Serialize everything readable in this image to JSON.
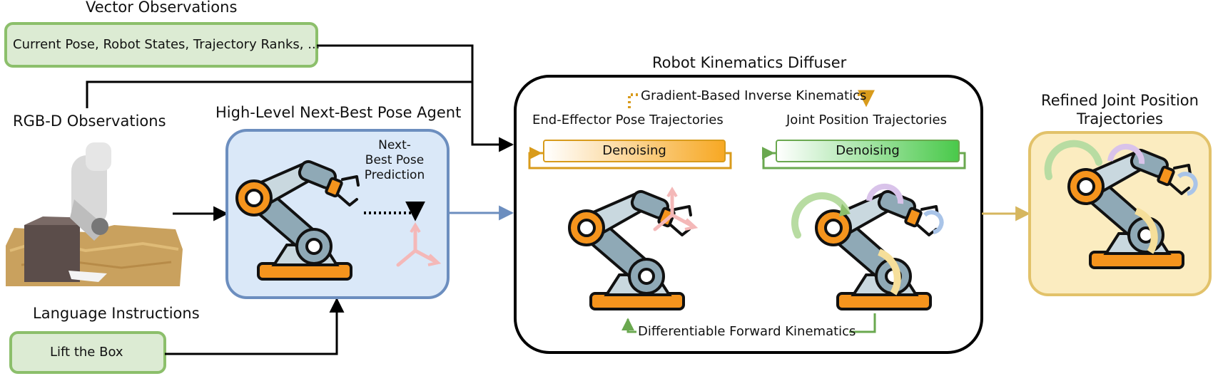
{
  "vector_obs": {
    "title": "Vector Observations",
    "content": "Current Pose, Robot States, Trajectory Ranks, ..."
  },
  "rgbd": {
    "title": "RGB-D Observations"
  },
  "language": {
    "title": "Language Instructions",
    "content": "Lift the Box"
  },
  "agent": {
    "title": "High-Level Next-Best Pose Agent",
    "prediction_line1": "Next-",
    "prediction_line2": "Best Pose",
    "prediction_line3": "Prediction"
  },
  "diffuser": {
    "title": "Robot Kinematics Diffuser",
    "gradient_ik": "Gradient-Based Inverse Kinematics",
    "ee_traj": "End-Effector Pose Trajectories",
    "joint_traj": "Joint Position Trajectories",
    "denoise_ee": "Denoising",
    "denoise_joint": "Denoising",
    "forward_kin": "Differentiable Forward Kinematics"
  },
  "output": {
    "title_line1": "Refined Joint Position",
    "title_line2": "Trajectories"
  },
  "colors": {
    "green_box": "#dcebd3",
    "green_border": "#8cbf6b",
    "agent_fill": "#dae8f8",
    "agent_border": "#6c8ebf",
    "output_fill": "#fbecc0",
    "output_border": "#e2c26a",
    "orange": "#f5941d",
    "robot_blue": "#8fa9b6",
    "robot_light": "#c9d8df"
  }
}
